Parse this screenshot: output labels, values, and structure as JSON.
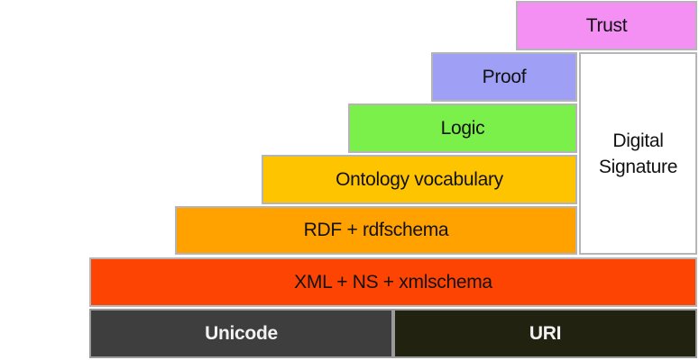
{
  "layers": {
    "trust": "Trust",
    "proof": "Proof",
    "logic": "Logic",
    "ontology": "Ontology vocabulary",
    "rdf": "RDF + rdfschema",
    "digital_signature": "Digital Signature",
    "xml": "XML + NS + xmlschema",
    "unicode": "Unicode",
    "uri": "URI"
  },
  "colors": {
    "trust": "#f48ff4",
    "proof": "#9f9ff5",
    "logic": "#7bf04b",
    "ontology": "#ffc400",
    "rdf": "#ffa200",
    "digital_signature": "#ffffff",
    "xml": "#fd4403",
    "unicode": "#3e3e3e",
    "uri": "#222211"
  }
}
